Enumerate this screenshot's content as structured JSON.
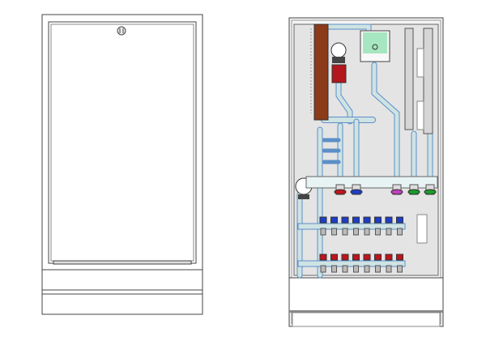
{
  "drawing": {
    "views": [
      "closed-cabinet-front",
      "open-cabinet-front"
    ],
    "colors": {
      "outline": "#444444",
      "panel": "#e6e6e6",
      "pipe": "#cfe3e3",
      "pipe_edge": "#5b8fc8",
      "heat_exchanger": "#8b3a1a",
      "valve_red": "#c0141c",
      "valve_blue": "#1e3ec8",
      "valve_magenta": "#c040c0",
      "valve_green": "#1c9a2a",
      "controller": "#a6e6c0"
    },
    "valve_colors": [
      "valve_red",
      "valve_blue",
      "valve_magenta",
      "valve_green",
      "valve_green"
    ],
    "supply_manifold_outlets": 8,
    "return_manifold_outlets": 8
  }
}
